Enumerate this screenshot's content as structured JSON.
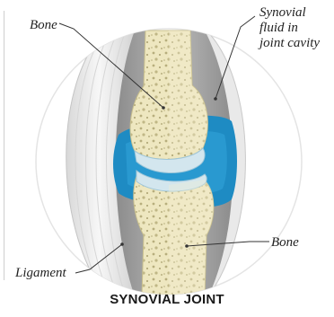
{
  "labels": {
    "bone_top": "Bone",
    "synovial_fluid": "Synovial\nfluid in\njoint cavity",
    "bone_bottom": "Bone",
    "ligament": "Ligament"
  },
  "caption": "SYNOVIAL JOINT",
  "colors": {
    "bone": "#efe9c4",
    "bone_spots": "#b7ae7d",
    "cartilage": "#d3e6ee",
    "synovial_fluid": "#1e8bc3",
    "ligament": "#eaeaea",
    "capsule_gray": "#9d9d9d"
  }
}
